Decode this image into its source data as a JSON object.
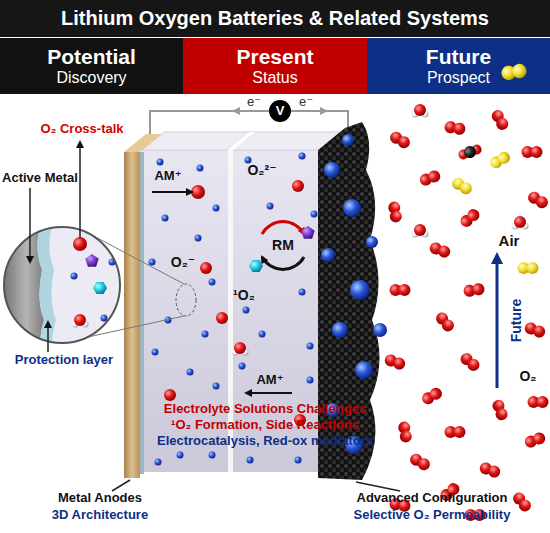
{
  "diagram": {
    "title": "Lithium Oxygen Batteries & Related Systems",
    "nodes": [
      {
        "text": [
          "Potential",
          "Discovery"
        ]
      },
      {
        "text": [
          "Present",
          "Status"
        ]
      },
      {
        "text": [
          "Future",
          "Prospect"
        ]
      },
      {
        "text": [
          "V"
        ]
      }
    ],
    "labels": [
      "e⁻",
      "e⁻",
      "O₂ Cross-talk",
      "Active Metal",
      "Protection layer",
      "AM⁺",
      "O₂²⁻",
      "RM",
      "O₂⁻",
      "¹O₂",
      "AM⁺",
      "Air",
      "Future",
      "O₂",
      "Electrolyte Solutions Challenges",
      "¹O₂ Formation, Side Reactions",
      "Electrocatalysis, Red-ox mediators",
      "Metal Anodes",
      "3D Architecture",
      "Advanced Configuration",
      "Selective O₂ Permeability"
    ]
  }
}
